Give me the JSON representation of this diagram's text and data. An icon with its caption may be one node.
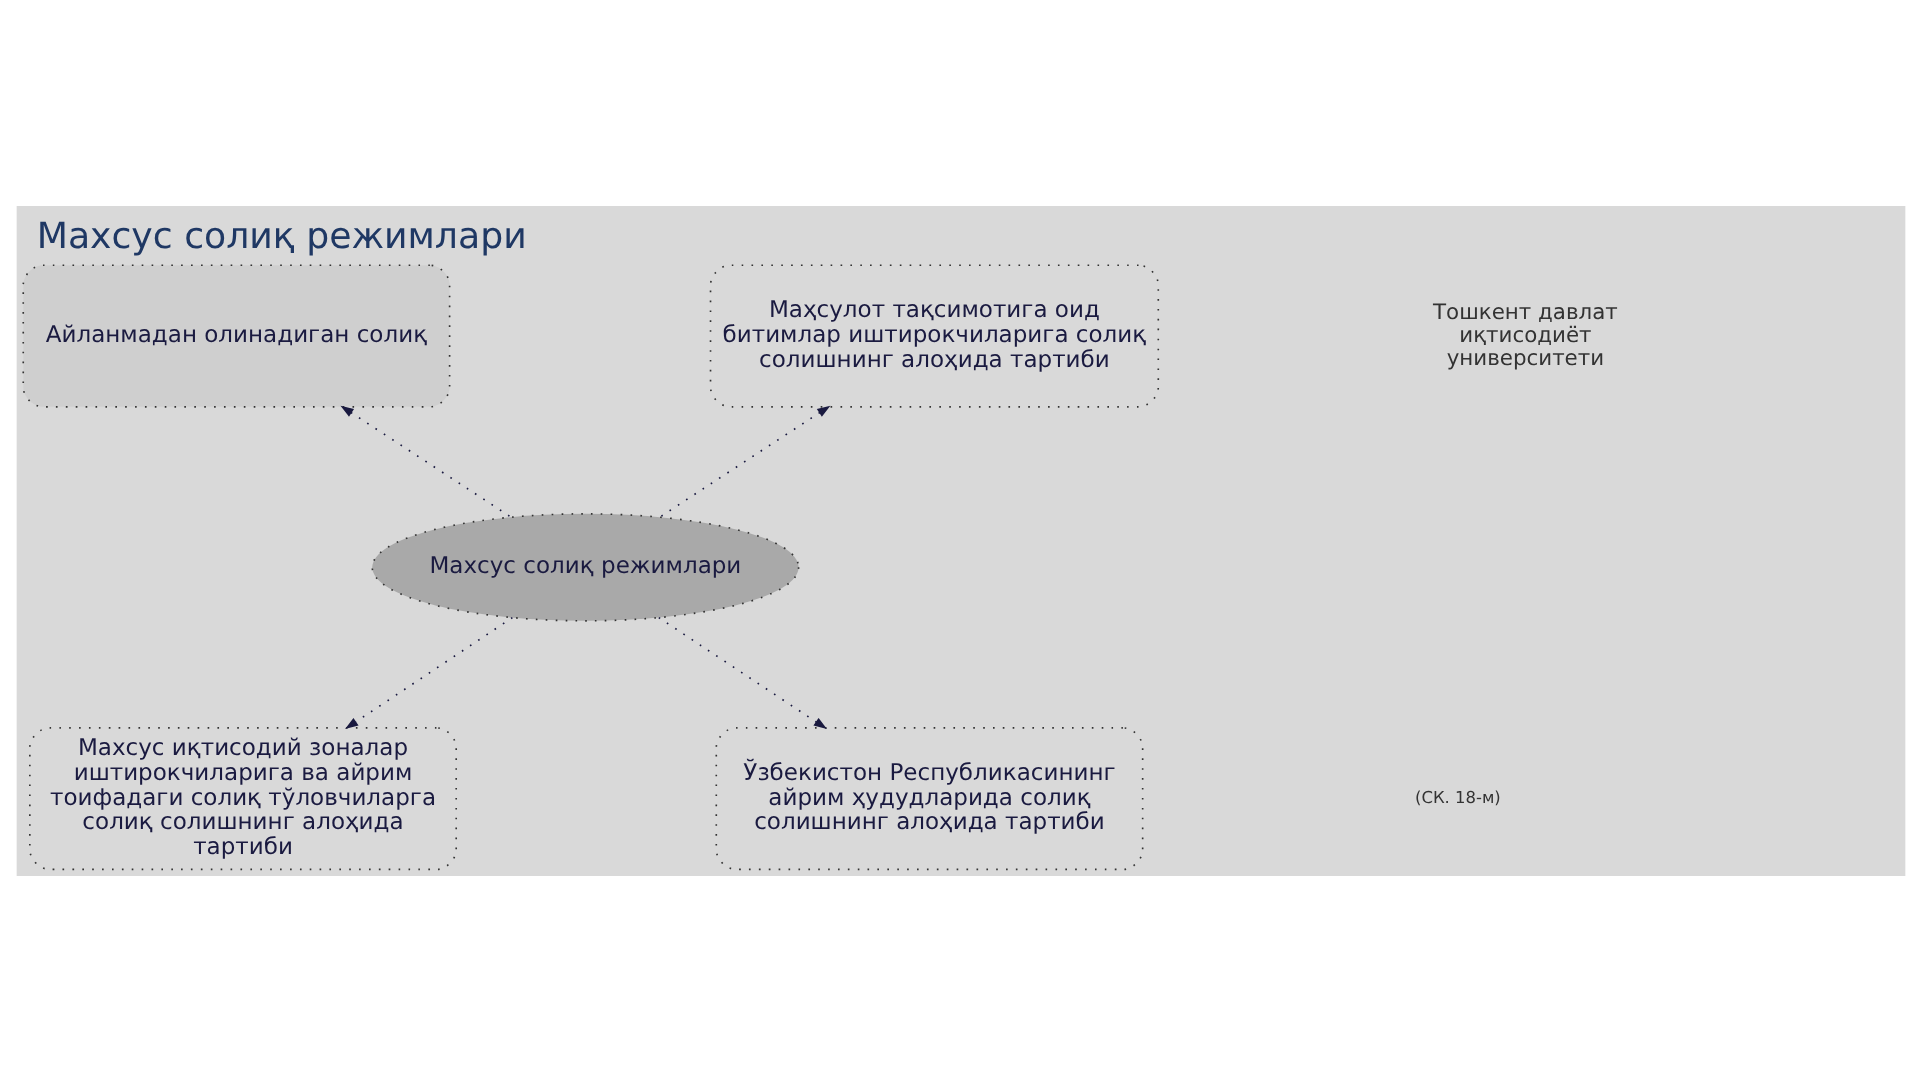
{
  "diagram": {
    "title": "Махсус солиқ режимлари",
    "nodes": [
      {
        "text": [
          "Айланмадан олинадиган солиқ"
        ]
      },
      {
        "text": [
          "Маҳсулот тақсимотига оид битимлар иштирокчиларига солиқ солишнинг алоҳида тартиби"
        ]
      },
      {
        "text": [
          "Махсус солиқ режимлари"
        ]
      },
      {
        "text": [
          "Махсус иқтисодий зоналар иштирокчиларига ва айрим тоифадаги солиқ тўловчиларга солиқ солишнинг алоҳида тартиби"
        ]
      },
      {
        "text": [
          "Ўзбекистон Республикасининг айрим ҳудудларида солиқ солишнинг алоҳида тартиби"
        ]
      }
    ],
    "edges": [
      {
        "from": 2,
        "to": 0,
        "arrow": "to",
        "style": "dashed"
      },
      {
        "from": 2,
        "to": 1,
        "arrow": "to",
        "style": "dashed"
      },
      {
        "from": 2,
        "to": 3,
        "arrow": "to",
        "style": "dashed"
      },
      {
        "from": 2,
        "to": 4,
        "arrow": "to",
        "style": "dashed"
      }
    ],
    "labels": [
      "Тошкент давлат иқтисодиёт университети",
      "(СК. 18-м)"
    ]
  }
}
